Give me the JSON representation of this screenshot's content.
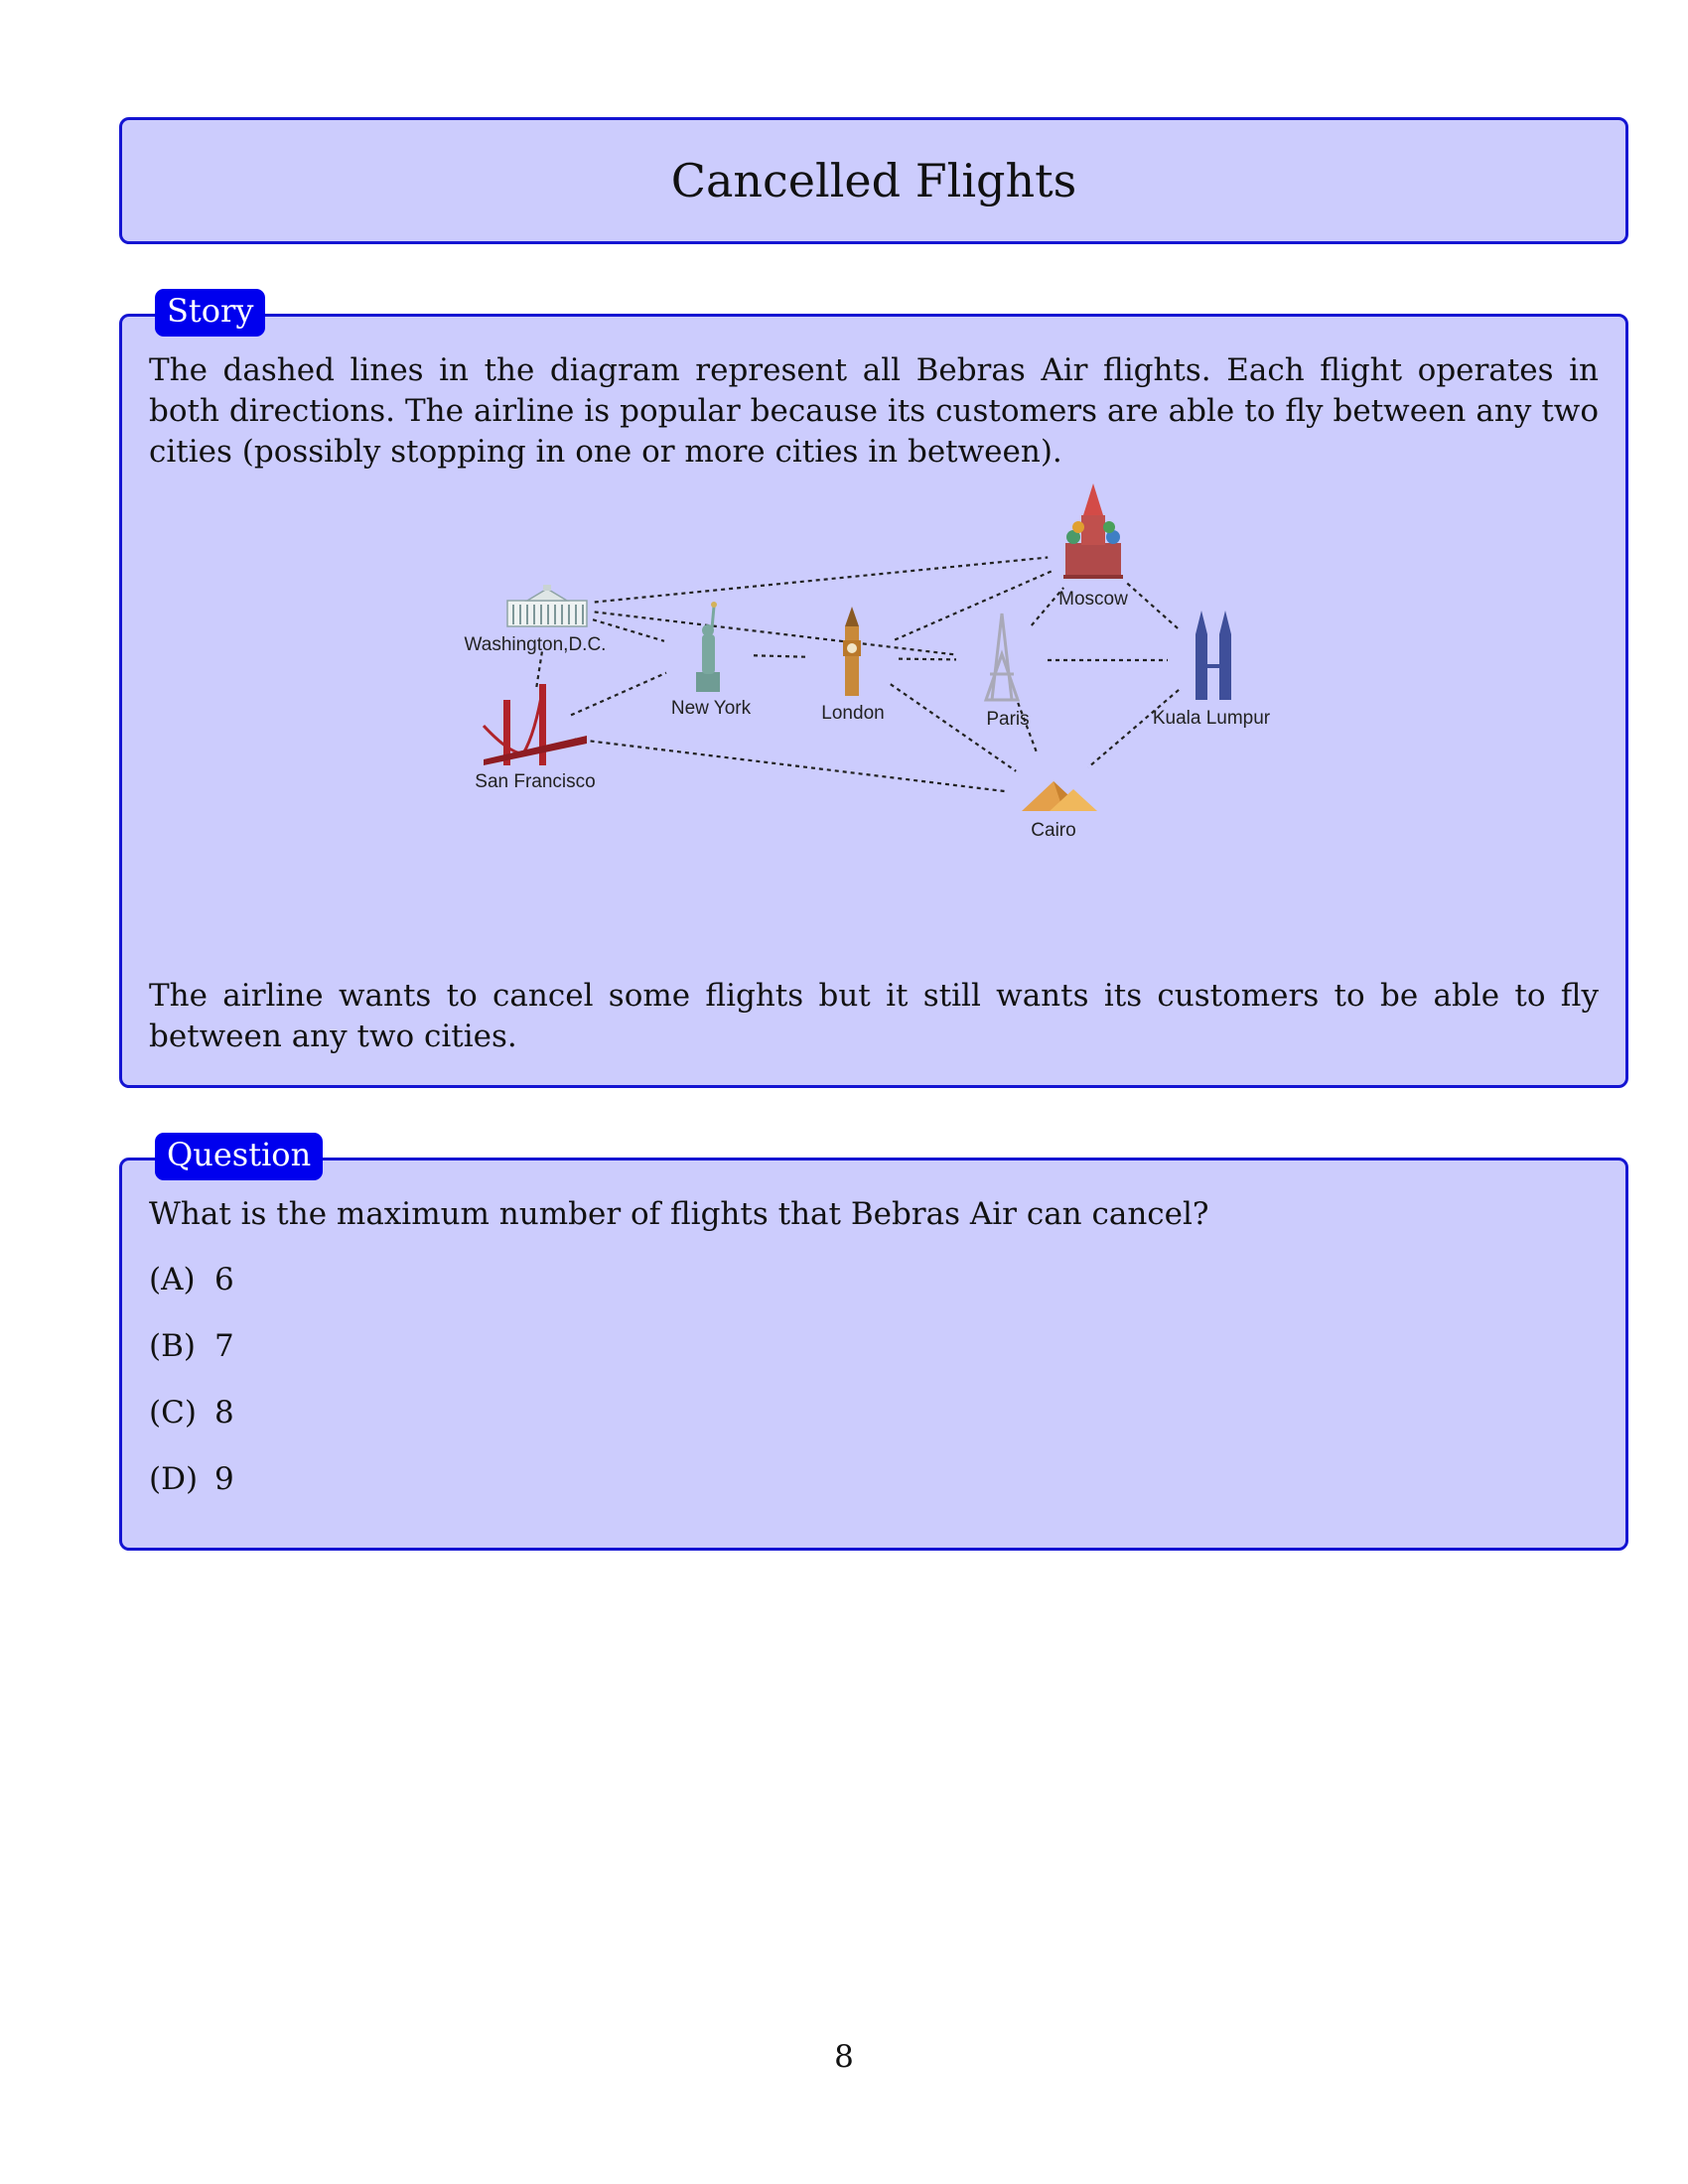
{
  "title": "Cancelled Flights",
  "story": {
    "tab_label": "Story",
    "paragraph1": "The dashed lines in the diagram represent all Bebras Air flights. Each flight operates in both directions. The airline is popular because its customers are able to fly between any two cities (possibly stopping in one or more cities in between).",
    "paragraph2": "The airline wants to cancel some flights but it still wants its customers to be able to fly between any two cities."
  },
  "diagram": {
    "cities": {
      "washington": "Washington,D.C.",
      "moscow": "Moscow",
      "new_york": "New York",
      "london": "London",
      "paris": "Paris",
      "kuala_lumpur": "Kuala Lumpur",
      "san_francisco": "San Francisco",
      "cairo": "Cairo"
    },
    "flights": [
      [
        "washington",
        "moscow"
      ],
      [
        "washington",
        "new_york"
      ],
      [
        "washington",
        "paris"
      ],
      [
        "washington",
        "san_francisco"
      ],
      [
        "san_francisco",
        "new_york"
      ],
      [
        "san_francisco",
        "cairo"
      ],
      [
        "new_york",
        "london"
      ],
      [
        "london",
        "paris"
      ],
      [
        "london",
        "moscow"
      ],
      [
        "london",
        "cairo"
      ],
      [
        "paris",
        "moscow"
      ],
      [
        "paris",
        "kuala_lumpur"
      ],
      [
        "paris",
        "cairo"
      ],
      [
        "moscow",
        "kuala_lumpur"
      ],
      [
        "kuala_lumpur",
        "cairo"
      ]
    ]
  },
  "question": {
    "tab_label": "Question",
    "text": "What is the maximum number of flights that Bebras Air can cancel?",
    "options": [
      {
        "label": "(A)",
        "value": "6"
      },
      {
        "label": "(B)",
        "value": "7"
      },
      {
        "label": "(C)",
        "value": "8"
      },
      {
        "label": "(D)",
        "value": "9"
      }
    ]
  },
  "page_number": "8",
  "colors": {
    "box_fill": "#ccccfd",
    "box_border": "#1414d2",
    "tab_fill": "#0000ee"
  }
}
